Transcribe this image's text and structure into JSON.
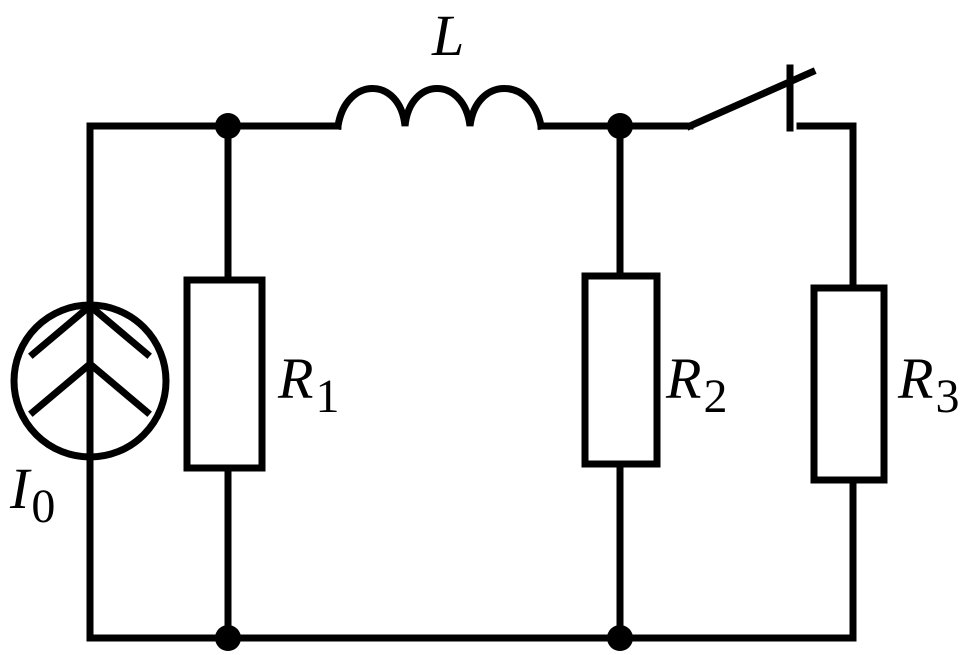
{
  "labels": {
    "inductor": "L",
    "r1": {
      "main": "R",
      "sub": "1"
    },
    "r2": {
      "main": "R",
      "sub": "2"
    },
    "r3": {
      "main": "R",
      "sub": "3"
    },
    "source": {
      "main": "I",
      "sub": "0"
    }
  }
}
